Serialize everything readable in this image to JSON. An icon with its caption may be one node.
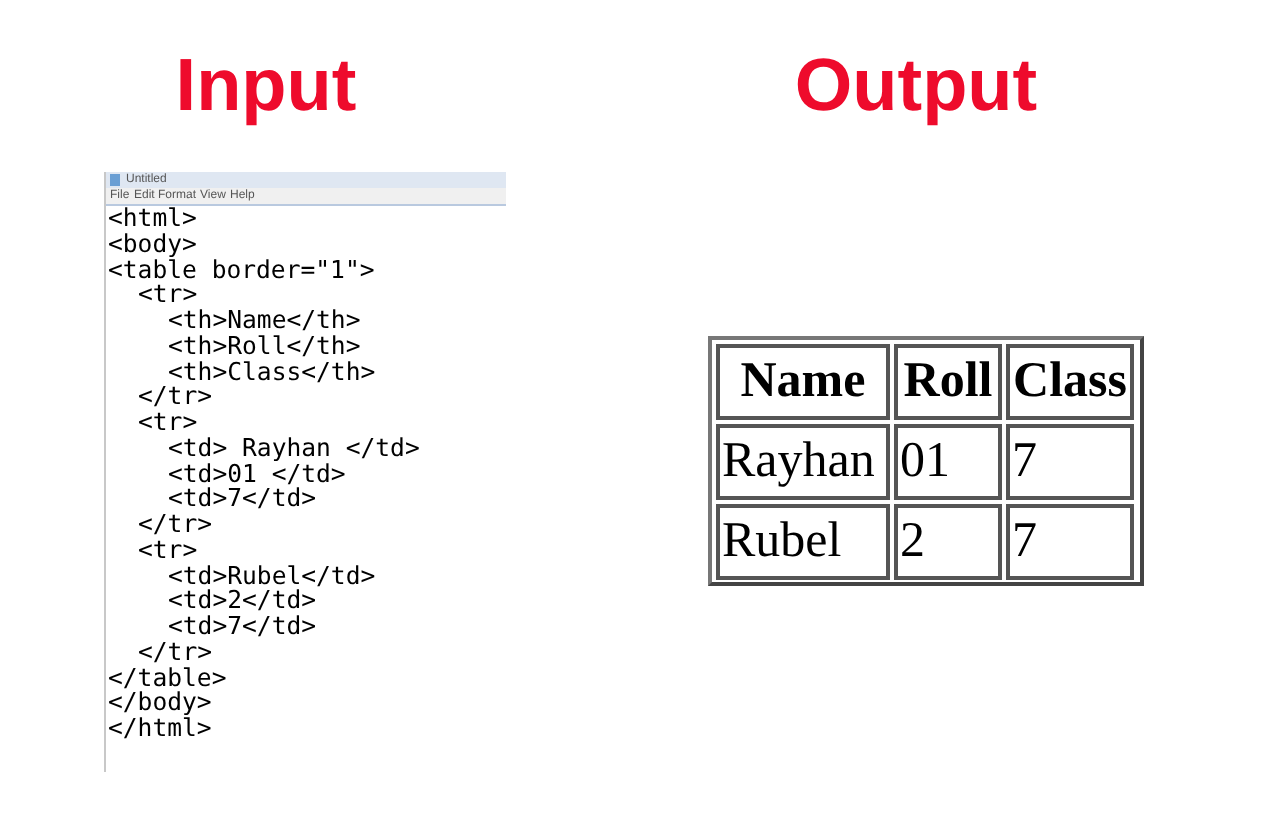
{
  "diagram": {
    "labels": [
      "Input",
      "Output",
      "Untitled",
      "File",
      "Edit",
      "Format",
      "View",
      "Help",
      "<html>",
      "<body>",
      "<table border=\"1\">",
      "<tr>",
      "<th>Name</th>",
      "<th>Roll</th>",
      "<th>Class</th>",
      "</tr>",
      "<tr>",
      "<td> Rayhan </td>",
      "<td>01 </td>",
      "<td>7</td>",
      "</tr>",
      "<tr>",
      "<td>Rubel</td>",
      "<td>2</td>",
      "<td>7</td>",
      "</tr>",
      "</table>",
      "</body>",
      "</html>",
      "Name",
      "Roll",
      "Class",
      "Rayhan",
      "01",
      "7",
      "Rubel",
      "2",
      "7"
    ]
  }
}
